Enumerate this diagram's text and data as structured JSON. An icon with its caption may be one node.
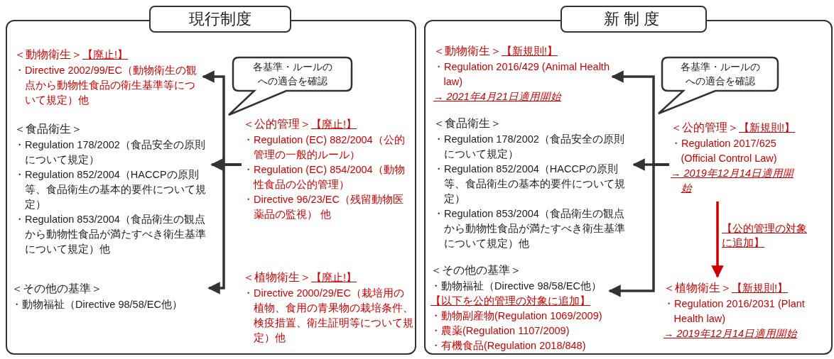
{
  "diagram": {
    "nodes": [
      {
        "text": [
          "現行制度"
        ]
      },
      {
        "text": [
          "＜動物衛生＞",
          "【廃止!】",
          "・Directive 2002/99/EC（動物衛生の観点から動物性食品の衛生基準等について規定）他"
        ],
        "in": 0
      },
      {
        "text": [
          "＜食品衛生＞",
          "・Regulation 178/2002（食品安全の原則について規定）",
          "・Regulation 852/2004（HACCPの原則等、食品衛生の基本的要件について規定）",
          "・Regulation 853/2004（食品衛生の観点から動物性食品が満たすべき衛生基準について規定）他"
        ],
        "in": 0
      },
      {
        "text": [
          "＜その他の基準＞",
          "・動物福祉（Directive 98/58/EC他）"
        ],
        "in": 0
      },
      {
        "text": [
          "各基準・ルールのへの適合を確認"
        ],
        "in": 0
      },
      {
        "text": [
          "＜公的管理＞",
          "【廃止!】",
          "・Regulation (EC) 882/2004（公的管理の一般的ルール）",
          "・Regulation (EC) 854/2004（動物性食品の公的管理）",
          "・Directive 96/23/EC（残留動物医薬品の監視） 他"
        ],
        "in": 0
      },
      {
        "text": [
          "＜植物衛生＞",
          "【廃止!】",
          "・Directive 2000/29/EC（栽培用の植物、食用の青果物の栽培条件、検疫措置、衛生証明等について規定）他"
        ],
        "in": 0
      },
      {
        "text": [
          "新制度"
        ]
      },
      {
        "text": [
          "＜動物衛生＞",
          "【新規則!】",
          "・Regulation 2016/429 (Animal Health law)",
          "→ 2021年4月21日適用開始"
        ],
        "in": 7
      },
      {
        "text": [
          "＜食品衛生＞",
          "・Regulation 178/2002（食品安全の原則について規定）",
          "・Regulation 852/2004（HACCPの原則等、食品衛生の基本的要件について規定）",
          "・Regulation 853/2004（食品衛生の観点から動物性食品が満たすべき衛生基準について規定）他"
        ],
        "in": 7
      },
      {
        "text": [
          "＜その他の基準＞",
          "・動物福祉（Directive 98/58/EC他）",
          "【以下を公的管理の対象に追加】",
          "・動物副産物(Regulation 1069/2009)",
          "・農薬(Regulation 1107/2009)",
          "・有機食品(Regulation 2018/848)"
        ],
        "in": 7
      },
      {
        "text": [
          "各基準・ルールのへの適合を確認"
        ],
        "in": 7
      },
      {
        "text": [
          "＜公的管理＞",
          "【新規則!】",
          "・Regulation 2017/625 (Official Control Law)",
          "→ 2019年12月14日適用開始"
        ],
        "in": 7
      },
      {
        "text": [
          "＜植物衛生＞",
          "【新規則!】",
          "・Regulation 2016/2031 (Plant Health law)",
          "→ 2019年12月14日適用開始"
        ],
        "in": 7
      }
    ],
    "edges": [
      {
        "from": 5,
        "to": 1,
        "arrow": "to"
      },
      {
        "from": 5,
        "to": 2,
        "arrow": "to"
      },
      {
        "from": 5,
        "to": 3,
        "arrow": "to"
      },
      {
        "from": 12,
        "to": 8,
        "arrow": "to"
      },
      {
        "from": 12,
        "to": 9,
        "arrow": "to"
      },
      {
        "from": 12,
        "to": 10,
        "arrow": "to"
      },
      {
        "from": 12,
        "to": 13,
        "arrow": "to",
        "label": "【公的管理の対象に追加】",
        "color": "#cc0000"
      }
    ]
  }
}
